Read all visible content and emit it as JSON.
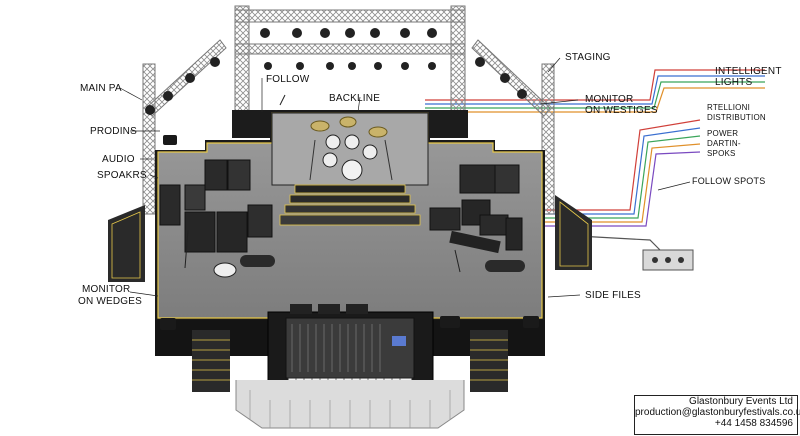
{
  "labels": {
    "main_pa": "MAIN PA",
    "prodins": "PRODINS",
    "audio": "AUDIO",
    "speakers": "SPOAKRS",
    "monitor_left_1": "MONITOR",
    "monitor_left_2": "ON WEDGES",
    "follow": "FOLLOW",
    "backline": "BACKLINE",
    "staging": "STAGING",
    "monitor_right_1": "MONITOR",
    "monitor_right_2": "ON WESTIGES",
    "intelligent_1": "INTELLIGENT",
    "intelligent_2": "LIGHTS",
    "rtellioni": "RTELLIONI",
    "distribution": "DISTRIBUTION",
    "power": "POWER",
    "dartin": "DARTIN-",
    "spoks": "SPOKS",
    "follow_spots": "FOLLOW SPOTS",
    "side_files": "SIDE FILES"
  },
  "contact": {
    "company": "Glastonbury Events Ltd",
    "email": "production@glastonburyfestivals.co.uk",
    "phone": "+44 1458 834596"
  },
  "colors": {
    "stage_floor": "#8a8a8a",
    "stage_edge": "#1a1a1a",
    "trim": "#e6c84a",
    "truss": "#9a9a9a",
    "cable_red": "#d0403a",
    "cable_blue": "#3a6fd0",
    "cable_green": "#3aa55a",
    "cable_orange": "#e0902a"
  }
}
